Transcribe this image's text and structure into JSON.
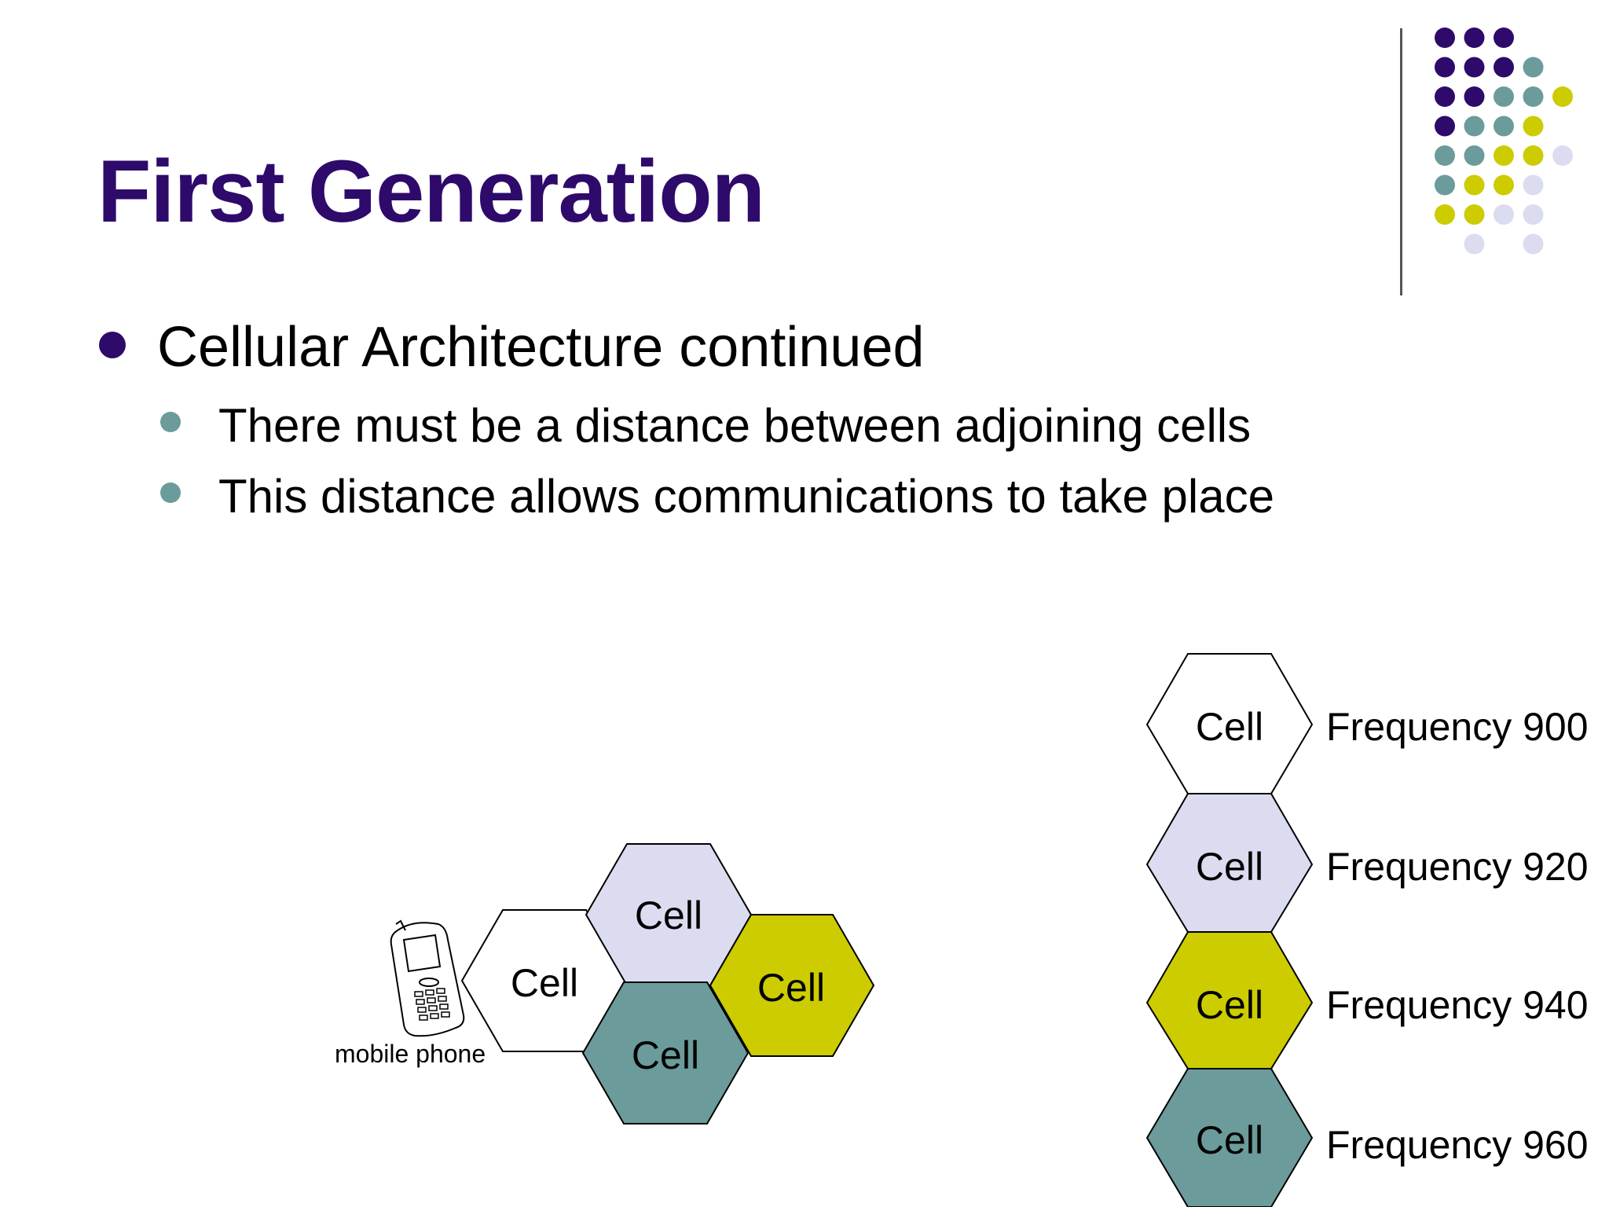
{
  "slide": {
    "title": "First Generation",
    "bullet": "Cellular Architecture continued",
    "sub_bullets": [
      "There must be a distance between adjoining cells",
      "This distance allows communications to take place"
    ]
  },
  "diagram_left": {
    "phone_label": "mobile phone",
    "cells": [
      {
        "label": "Cell",
        "color": "#ffffff"
      },
      {
        "label": "Cell",
        "color": "#dcdcf0"
      },
      {
        "label": "Cell",
        "color": "#cccc00"
      },
      {
        "label": "Cell",
        "color": "#6b9b9b"
      }
    ]
  },
  "diagram_right": {
    "cells": [
      {
        "label": "Cell",
        "frequency": "Frequency 900",
        "color": "#ffffff"
      },
      {
        "label": "Cell",
        "frequency": "Frequency 920",
        "color": "#dcdcf0"
      },
      {
        "label": "Cell",
        "frequency": "Frequency 940",
        "color": "#cccc00"
      },
      {
        "label": "Cell",
        "frequency": "Frequency 960",
        "color": "#6b9b9b"
      }
    ]
  },
  "theme": {
    "purple": "#2e0a6b",
    "teal": "#6b9b9b",
    "olive": "#cccc00",
    "lavender": "#dcdcf0"
  }
}
